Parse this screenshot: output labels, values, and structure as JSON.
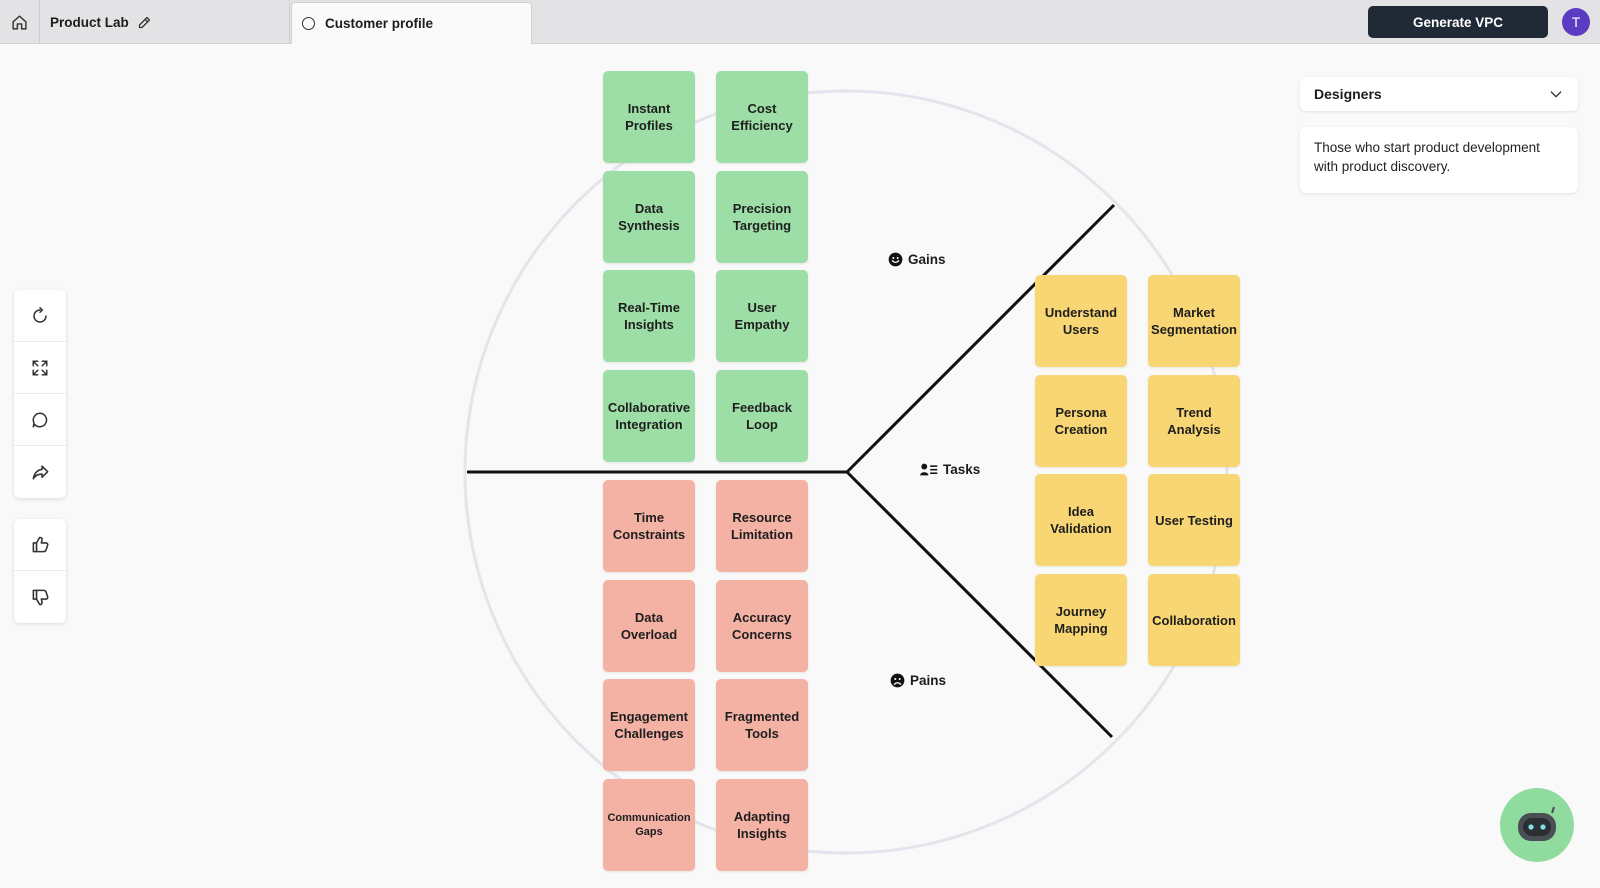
{
  "header": {
    "project_name": "Product Lab",
    "active_tab": "Customer profile",
    "generate_label": "Generate VPC",
    "avatar_initial": "T"
  },
  "toolbar": {
    "icons": [
      "refresh-icon",
      "expand-icon",
      "comment-icon",
      "share-icon",
      "thumbs-up-icon",
      "thumbs-down-icon"
    ]
  },
  "segments": {
    "gains": "Gains",
    "tasks": "Tasks",
    "pains": "Pains"
  },
  "gains": [
    "Instant Profiles",
    "Cost Efficiency",
    "Data Synthesis",
    "Precision Targeting",
    "Real-Time Insights",
    "User Empathy",
    "Collaborative Integration",
    "Feedback Loop"
  ],
  "pains": [
    "Time Constraints",
    "Resource Limitation",
    "Data Overload",
    "Accuracy Concerns",
    "Engagement Challenges",
    "Fragmented Tools",
    "Communication Gaps",
    "Adapting Insights"
  ],
  "tasks": [
    "Understand Users",
    "Market Segmentation",
    "Persona Creation",
    "Trend Analysis",
    "Idea Validation",
    "User Testing",
    "Journey Mapping",
    "Collaboration"
  ],
  "panel": {
    "segment": "Designers",
    "description": "Those who start product development with product discovery."
  },
  "colors": {
    "gain": "#9ddea6",
    "pain": "#f3b2a4",
    "task": "#f8d674",
    "primary_button": "#1f2a36",
    "avatar": "#5b3bc2"
  }
}
